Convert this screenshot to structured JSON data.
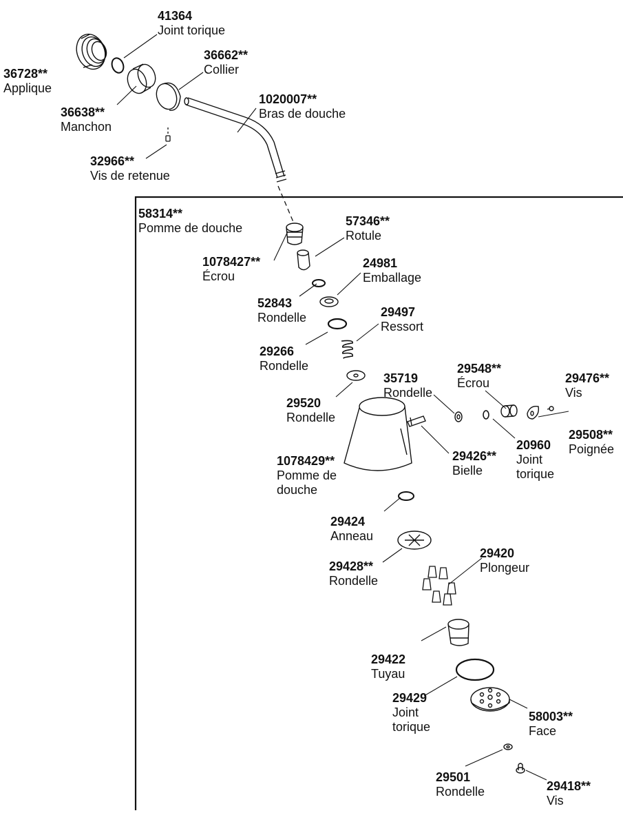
{
  "parts": [
    {
      "id": "p-41364",
      "num": "41364",
      "name": "Joint torique"
    },
    {
      "id": "p-36662",
      "num": "36662**",
      "name": "Collier"
    },
    {
      "id": "p-36728",
      "num": "36728**",
      "name": "Applique"
    },
    {
      "id": "p-1020007",
      "num": "1020007**",
      "name": "Bras de douche"
    },
    {
      "id": "p-36638",
      "num": "36638**",
      "name": "Manchon"
    },
    {
      "id": "p-32966",
      "num": "32966**",
      "name": "Vis de retenue"
    },
    {
      "id": "p-58314",
      "num": "58314**",
      "name": "Pomme de douche"
    },
    {
      "id": "p-57346",
      "num": "57346**",
      "name": "Rotule"
    },
    {
      "id": "p-1078427",
      "num": "1078427**",
      "name": "Écrou"
    },
    {
      "id": "p-24981",
      "num": "24981",
      "name": "Emballage"
    },
    {
      "id": "p-52843",
      "num": "52843",
      "name": "Rondelle"
    },
    {
      "id": "p-29497",
      "num": "29497",
      "name": "Ressort"
    },
    {
      "id": "p-29266",
      "num": "29266",
      "name": "Rondelle"
    },
    {
      "id": "p-29548",
      "num": "29548**",
      "name": "Écrou"
    },
    {
      "id": "p-29476",
      "num": "29476**",
      "name": "Vis"
    },
    {
      "id": "p-35719",
      "num": "35719",
      "name": "Rondelle"
    },
    {
      "id": "p-29520",
      "num": "29520",
      "name": "Rondelle"
    },
    {
      "id": "p-20960",
      "num": "20960",
      "name": "Joint torique"
    },
    {
      "id": "p-29508",
      "num": "29508**",
      "name": "Poignée"
    },
    {
      "id": "p-29426",
      "num": "29426**",
      "name": "Bielle"
    },
    {
      "id": "p-1078429",
      "num": "1078429**",
      "name": "Pomme de douche"
    },
    {
      "id": "p-29424",
      "num": "29424",
      "name": "Anneau"
    },
    {
      "id": "p-29420",
      "num": "29420",
      "name": "Plongeur"
    },
    {
      "id": "p-29428",
      "num": "29428**",
      "name": "Rondelle"
    },
    {
      "id": "p-29422",
      "num": "29422",
      "name": "Tuyau"
    },
    {
      "id": "p-29429",
      "num": "29429",
      "name": "Joint torique"
    },
    {
      "id": "p-58003",
      "num": "58003**",
      "name": "Face"
    },
    {
      "id": "p-29501",
      "num": "29501",
      "name": "Rondelle"
    },
    {
      "id": "p-29418",
      "num": "29418**",
      "name": "Vis"
    }
  ]
}
